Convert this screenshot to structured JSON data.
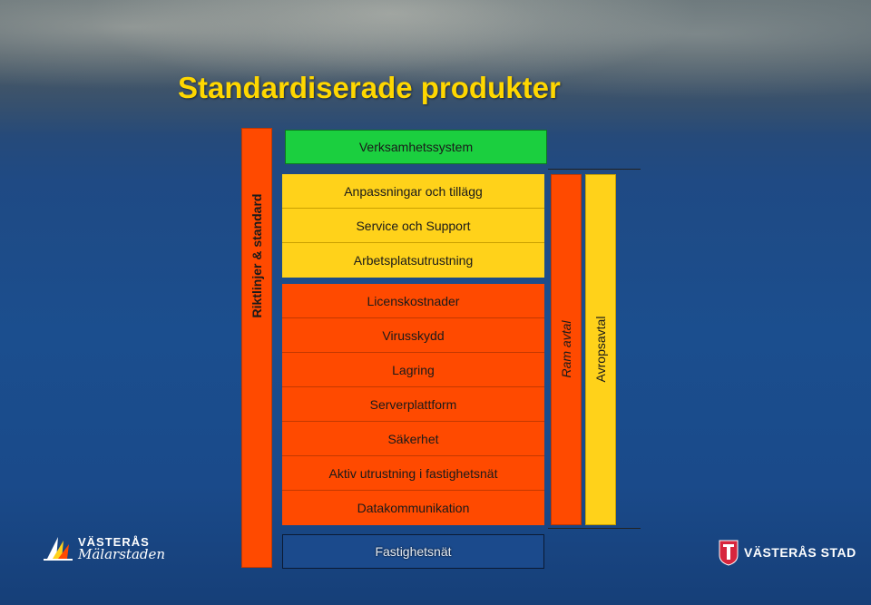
{
  "title": "Standardiserade produkter",
  "stack": {
    "top": "Verksamhetssystem",
    "yellow_items": [
      "Anpassningar och tillägg",
      "Service och Support",
      "Arbetsplatsutrustning"
    ],
    "red_items": [
      "Licenskostnader",
      "Virusskydd",
      "Lagring",
      "Serverplattform",
      "Säkerhet",
      "Aktiv utrustning i fastighetsnät",
      "Datakommunikation"
    ],
    "bottom": "Fastighetsnät"
  },
  "side_bars": {
    "left": "Riktlinjer & standard",
    "ram": "Ram avtal",
    "avrop": "Avropsavtal"
  },
  "logos": {
    "left_line1": "VÄSTERÅS",
    "left_line2": "Mälarstaden",
    "right": "VÄSTERÅS STAD"
  },
  "colors": {
    "green": "#1bcf3f",
    "yellow": "#ffd21a",
    "red": "#ff4a00",
    "title": "#ffd700"
  }
}
